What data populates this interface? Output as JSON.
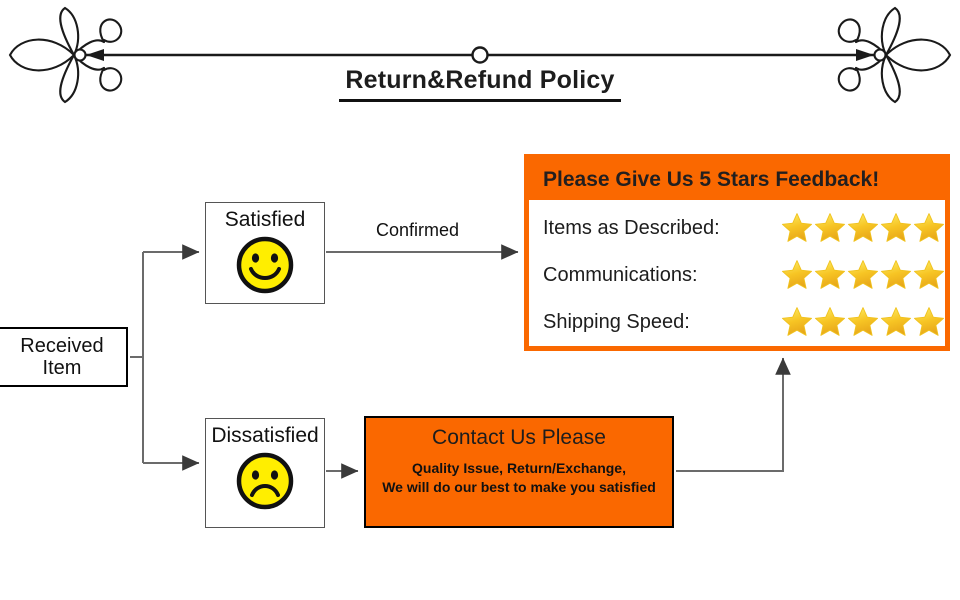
{
  "header": {
    "title": "Return&Refund Policy",
    "left_ornament_icon": "floral-flourish-left-icon",
    "right_ornament_icon": "floral-flourish-right-icon",
    "center_node_icon": "circle-node-icon",
    "rule_color": "#111111"
  },
  "colors": {
    "orange": "#fa6800",
    "star_gold": "#f7c524",
    "star_light": "#fdf06a",
    "face_yellow": "#ffee00",
    "outline": "#111111",
    "connector": "#666666"
  },
  "flow": {
    "start": {
      "line1": "Received",
      "line2": "Item"
    },
    "branches": [
      {
        "label": "Satisfied",
        "face": "smiley-happy-icon"
      },
      {
        "label": "Dissatisfied",
        "face": "smiley-sad-icon"
      }
    ],
    "edge_label_confirmed": "Confirmed"
  },
  "feedback": {
    "title": "Please Give Us 5 Stars Feedback!",
    "rows": [
      {
        "label": "Items as Described:",
        "stars": 5
      },
      {
        "label": "Communications:",
        "stars": 5
      },
      {
        "label": "Shipping Speed:",
        "stars": 5
      }
    ]
  },
  "contact": {
    "title": "Contact Us Please",
    "sub_line1": "Quality Issue, Return/Exchange,",
    "sub_line2": "We will do our best to make you satisfied"
  }
}
